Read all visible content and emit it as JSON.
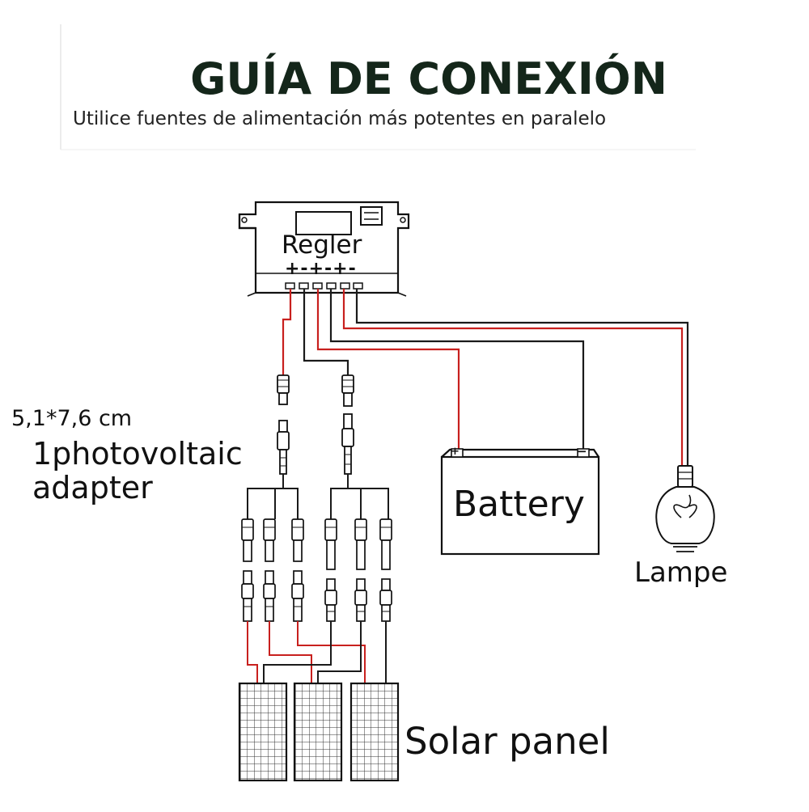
{
  "header": {
    "title": "GUÍA DE CONEXIÓN",
    "subtitle": "Utilice fuentes de alimentación más potentes en paralelo"
  },
  "controller": {
    "label": "Regler",
    "terminal_signs": "+-+-+-"
  },
  "adapter": {
    "size": "5,1*7,6 cm",
    "line1": "1photovoltaic",
    "line2": "adapter"
  },
  "battery": {
    "label": "Battery",
    "plus": "+",
    "minus": "−"
  },
  "lamp": {
    "label": "Lampe"
  },
  "solar": {
    "label": "Solar panel"
  },
  "colors": {
    "positive_wire": "#c8201e",
    "negative_wire": "#1a1a1a",
    "title": "#14261a"
  }
}
